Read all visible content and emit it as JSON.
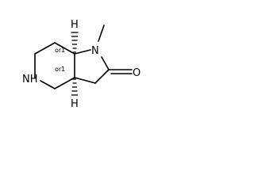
{
  "atoms": {
    "n_ring": "N",
    "methyl_label": "",
    "nh_label": "NH",
    "o_label": "O",
    "h_top": "H",
    "h_bottom": "H"
  },
  "stereo": {
    "c7a": "or1",
    "c3a": "or1"
  },
  "colors": {
    "ink": "#000000",
    "background": "#ffffff"
  }
}
